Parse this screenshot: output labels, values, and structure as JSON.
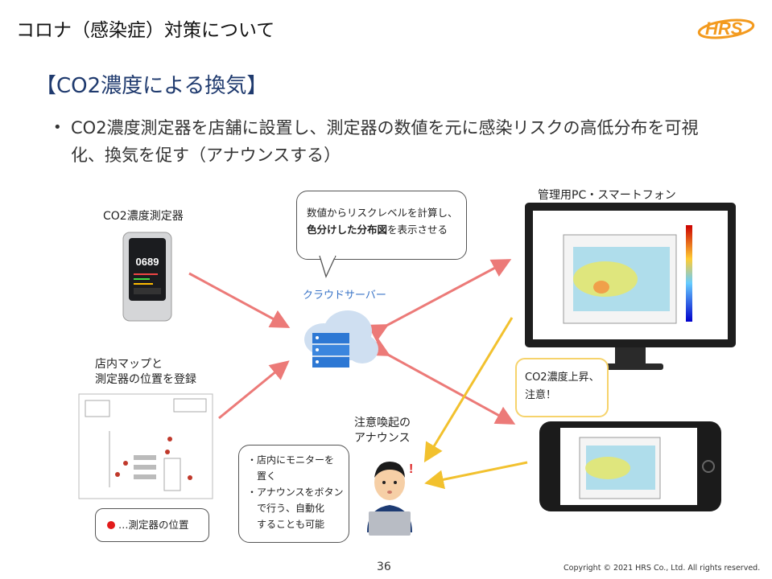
{
  "header": {
    "title": "コロナ（感染症）対策について",
    "logo_text": "HRS"
  },
  "section": {
    "heading": "【CO2濃度による換気】"
  },
  "bullet": {
    "text": "CO2濃度測定器を店舗に設置し、測定器の数値を元に感染リスクの高低分布を可視化、換気を促す（アナウンスする）"
  },
  "diagram": {
    "sensor_label": "CO2濃度測定器",
    "sensor_reading": "0689",
    "cloud_bubble_line1": "数値からリスクレベルを計算し、",
    "cloud_bubble_line2_bold": "色分けした分布図",
    "cloud_bubble_line2_rest": "を表示させる",
    "cloud_label": "クラウドサーバー",
    "monitor_label": "管理用PC・スマートフォン",
    "map_label_line1": "店内マップと",
    "map_label_line2": "測定器の位置を登録",
    "legend_text": "…測定器の位置",
    "alert_line1": "CO2濃度上昇、",
    "alert_line2": "注意！",
    "announce_label_line1": "注意喚起の",
    "announce_label_line2": "アナウンス",
    "announce_bubble_l1": "・店内にモニターを",
    "announce_bubble_l2": "置く",
    "announce_bubble_l3": "・アナウンスをボタン",
    "announce_bubble_l4": "で行う、自動化",
    "announce_bubble_l5": "することも可能",
    "colors": {
      "red_arrow": "#ec7a78",
      "yellow_arrow": "#f2c12e",
      "heading": "#1f3a6e",
      "logo": "#f39a1e"
    }
  },
  "footer": {
    "page": "36",
    "copyright": "Copyright © 2021 HRS Co., Ltd. All rights reserved."
  }
}
